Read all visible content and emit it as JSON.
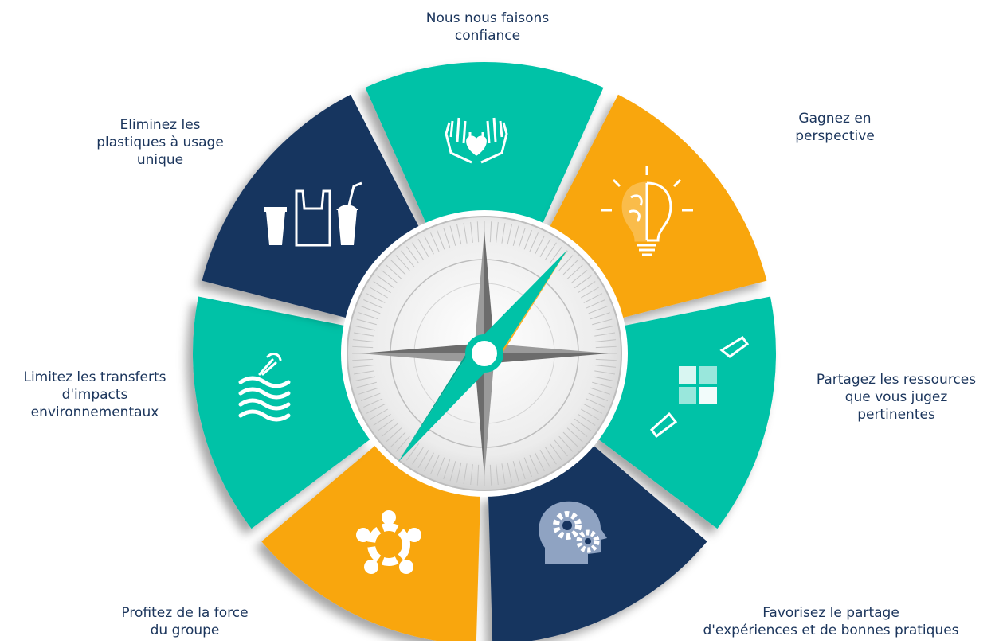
{
  "colors": {
    "teal": "#00c2a7",
    "navy": "#17345f",
    "orange": "#f9a60f",
    "text": "#1b355c"
  },
  "segments": [
    {
      "id": "confiance",
      "color": "teal",
      "icon": "heart-in-hands-icon",
      "label": [
        "Nous nous faisons",
        "confiance"
      ]
    },
    {
      "id": "perspective",
      "color": "orange",
      "icon": "brain-lightbulb-icon",
      "label": [
        "Gagnez en",
        "perspective"
      ]
    },
    {
      "id": "ressources",
      "color": "teal",
      "icon": "puzzle-hands-icon",
      "label": [
        "Partagez les ressources",
        "que vous jugez",
        "pertinentes"
      ]
    },
    {
      "id": "experiences",
      "color": "navy",
      "icon": "head-gears-icon",
      "label": [
        "Favorisez le partage",
        "d'expériences et de bonnes pratiques"
      ]
    },
    {
      "id": "groupe",
      "color": "orange",
      "icon": "team-circle-icon",
      "label": [
        "Profitez de la force",
        "du groupe"
      ]
    },
    {
      "id": "impacts",
      "color": "teal",
      "icon": "fish-water-icon",
      "label": [
        "Limitez les transferts",
        "d'impacts",
        "environnementaux"
      ]
    },
    {
      "id": "plastiques",
      "color": "navy",
      "icon": "plastic-items-icon",
      "label": [
        "Eliminez les",
        "plastiques à usage",
        "unique"
      ]
    }
  ]
}
